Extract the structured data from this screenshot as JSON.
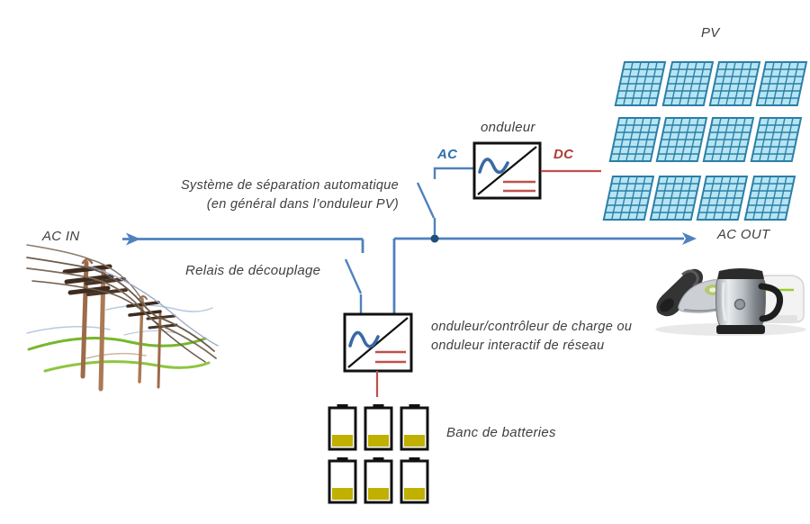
{
  "labels": {
    "ac_in": "AC IN",
    "ac_out": "AC OUT",
    "pv": "PV",
    "inverter_top": "onduleur",
    "ac": "AC",
    "dc": "DC",
    "separation_l1": "Système de séparation automatique",
    "separation_l2": "(en général dans l’onduleur PV)",
    "relais": "Relais de découplage",
    "inverter_bottom_l1": "onduleur/contrôleur de charge ou",
    "inverter_bottom_l2": "onduleur interactif de réseau",
    "battery_bank": "Banc de batteries"
  },
  "colors": {
    "ac_line": "#4f81bd",
    "dc_line": "#c0504d",
    "node": "#1f4e79",
    "ac_label": "#2c6fad",
    "dc_label": "#b03a37",
    "text": "#3f3f3f",
    "pv_fill": "#b5e4f3",
    "pv_stroke": "#2b7fa6",
    "battery_level": "#c0b000",
    "inverter_border": "#111111"
  },
  "components": {
    "pv_panel_count": 12,
    "battery_count": 6,
    "inverter_count": 2,
    "switch_count": 2
  }
}
